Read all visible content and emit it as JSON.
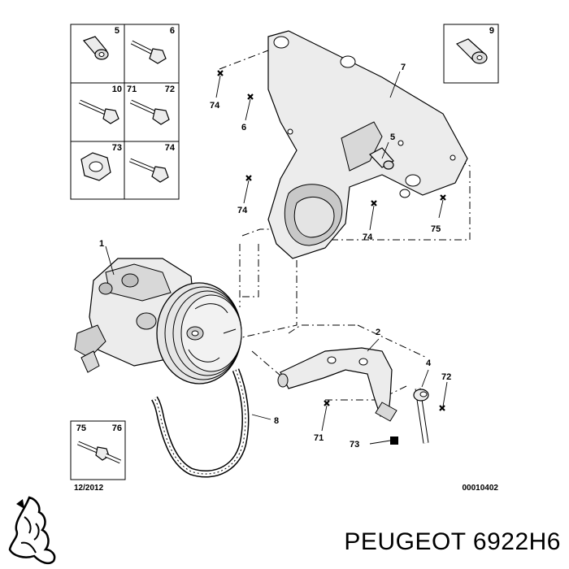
{
  "inset_boxes": {
    "box_5_6": [
      "5",
      "6"
    ],
    "box_10_71_72": [
      "10",
      "71",
      "72"
    ],
    "box_73_74": [
      "73",
      "74"
    ],
    "box_9": [
      "9"
    ],
    "box_75_76": [
      "75",
      "76"
    ]
  },
  "callouts": {
    "c7": "7",
    "c74a": "74",
    "c6": "6",
    "c5": "5",
    "c74b": "74",
    "c74c": "74",
    "c75": "75",
    "c1": "1",
    "c2": "2",
    "c4": "4",
    "c72": "72",
    "c8": "8",
    "c71": "71",
    "c73": "73"
  },
  "footer": {
    "date": "12/2012",
    "ref": "00010402"
  },
  "brand": {
    "logo": "peugeot-lion-logo",
    "caption": "PEUGEOT 6922H6"
  }
}
